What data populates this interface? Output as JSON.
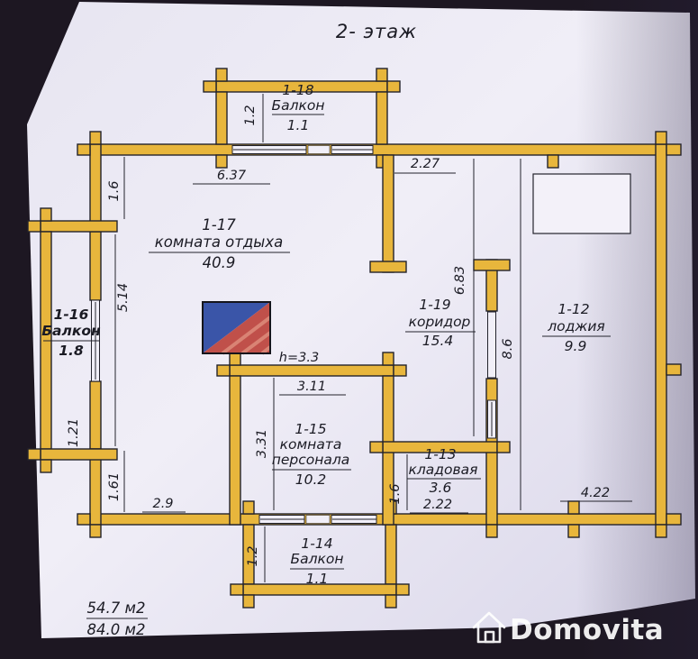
{
  "title": "2- этаж",
  "rooms": {
    "balcony_top": {
      "id": "1-18",
      "name": "Балкон",
      "area": "1.1"
    },
    "rest_room": {
      "id": "1-17",
      "name": "комната отдыха",
      "area": "40.9"
    },
    "balcony_left": {
      "id": "1-16",
      "name": "Балкон",
      "area": "1.8"
    },
    "corridor": {
      "id": "1-19",
      "name": "коридор",
      "area": "15.4"
    },
    "loggia": {
      "id": "1-12",
      "name": "лоджия",
      "area": "9.9"
    },
    "staff_room": {
      "id": "1-15",
      "name_line1": "комната",
      "name_line2": "персонала",
      "area": "10.2"
    },
    "storage": {
      "id": "1-13",
      "name": "кладовая",
      "area": "3.6"
    },
    "balcony_bottom": {
      "id": "1-14",
      "name": "Балкон",
      "area": "1.1"
    }
  },
  "dims": {
    "balcony_top_depth": "1.2",
    "top_left_width": "6.37",
    "top_mid_width": "2.27",
    "left_upper_gap": "1.6",
    "balcony_left_height": "5.14",
    "balcony_left_width": "1.21",
    "left_lower_gap": "1.61",
    "bottom_left_width": "2.9",
    "corridor_height": "6.83",
    "loggia_height": "8.6",
    "opening_height": "h=3.3",
    "opening_width": "3.11",
    "staff_room_height": "3.31",
    "storage_height": "1.6",
    "storage_width": "2.22",
    "bottom_right_width": "4.22",
    "balcony_bottom_depth": "1.2"
  },
  "totals": {
    "living_area": "54.7 м2",
    "total_area": "84.0 м2"
  },
  "watermark": {
    "brand": "Domovita"
  },
  "colors": {
    "wall": "#e8b63c",
    "paper": "#edebf5",
    "stove_blue": "#3a55a8",
    "stove_red": "#c0504a"
  }
}
